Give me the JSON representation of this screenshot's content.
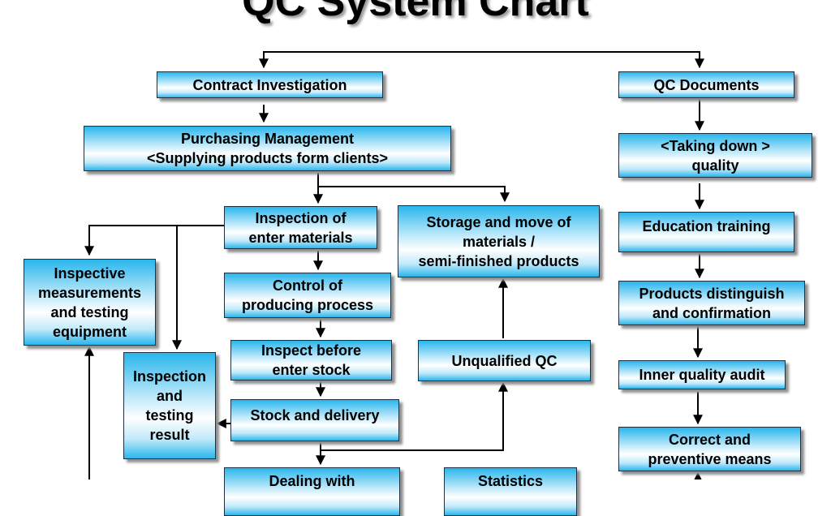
{
  "title": "QC System Chart",
  "nodes": {
    "contract": {
      "lines": [
        "Contract Investigation"
      ]
    },
    "purchasing": {
      "lines": [
        "Purchasing Management",
        "<Supplying products form clients>"
      ]
    },
    "inspection_enter": {
      "lines": [
        "Inspection of",
        "enter materials"
      ]
    },
    "storage": {
      "lines": [
        "Storage and move of",
        "materials /",
        "semi-finished products"
      ]
    },
    "inspective_equipment": {
      "lines": [
        "Inspective",
        "measurements",
        "and testing",
        "equipment"
      ]
    },
    "control_process": {
      "lines": [
        "Control of",
        "producing process"
      ]
    },
    "inspect_stock": {
      "lines": [
        "Inspect before",
        "enter stock"
      ]
    },
    "unqualified": {
      "lines": [
        "Unqualified QC"
      ]
    },
    "inspection_result": {
      "lines": [
        "Inspection",
        "and",
        "testing",
        "result"
      ]
    },
    "stock_delivery": {
      "lines": [
        "Stock and delivery"
      ]
    },
    "dealing": {
      "lines": [
        "Dealing with"
      ]
    },
    "statistics": {
      "lines": [
        "Statistics"
      ]
    },
    "qc_documents": {
      "lines": [
        "QC Documents"
      ]
    },
    "taking_down": {
      "lines": [
        "<Taking down >",
        "quality"
      ]
    },
    "education": {
      "lines": [
        "Education training"
      ]
    },
    "products_distinguish": {
      "lines": [
        "Products distinguish",
        "and confirmation"
      ]
    },
    "inner_audit": {
      "lines": [
        "Inner quality audit"
      ]
    },
    "correct_preventive": {
      "lines": [
        "Correct and",
        "preventive means"
      ]
    }
  }
}
